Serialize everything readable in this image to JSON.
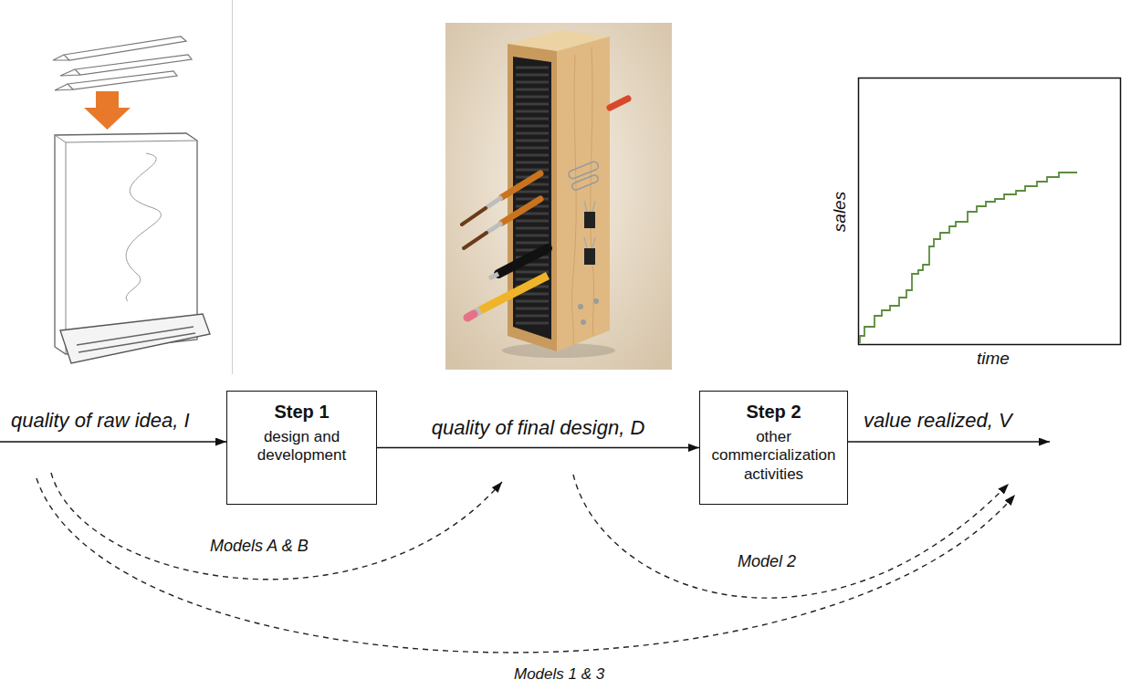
{
  "diagram": {
    "nodes": [
      {
        "text": [
          "Step 1",
          "design and development"
        ]
      },
      {
        "text": [
          "Step 2",
          "other commercialization activities"
        ]
      }
    ],
    "edges": [
      {
        "from": 0,
        "to": 1,
        "arrow": "to",
        "label": "quality of final design, D"
      }
    ],
    "labels": [
      "sales",
      "time",
      "quality of raw idea, I",
      "value realized, V",
      "Models A & B",
      "Model 2",
      "Models 1 & 3"
    ]
  }
}
